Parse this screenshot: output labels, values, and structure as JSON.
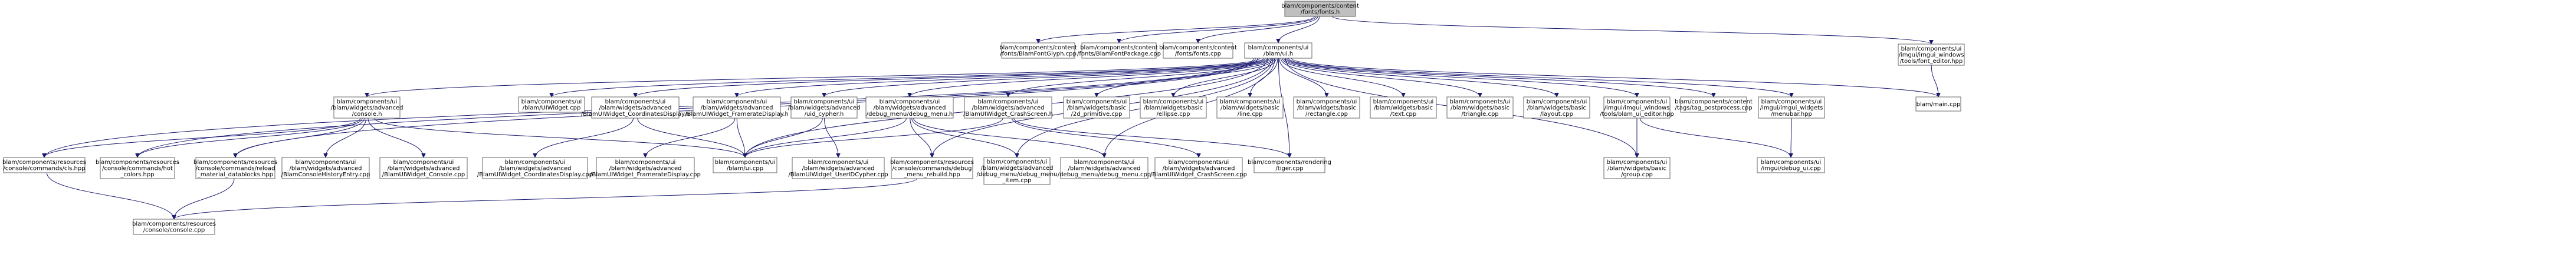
{
  "graph": {
    "nodes": [
      {
        "id": "root",
        "lines": [
          "blam/components/content",
          "/fonts/fonts.h"
        ],
        "root": true
      },
      {
        "id": "bfg",
        "lines": [
          "blam/components/content",
          "/fonts/BlamFontGlyph.cpp"
        ]
      },
      {
        "id": "bfp",
        "lines": [
          "blam/components/content",
          "/fonts/BlamFontPackage.cpp"
        ]
      },
      {
        "id": "fcpp",
        "lines": [
          "blam/components/content",
          "/fonts/fonts.cpp"
        ]
      },
      {
        "id": "ui",
        "lines": [
          "blam/components/ui",
          "/blam/ui.h"
        ]
      },
      {
        "id": "fontedit",
        "lines": [
          "blam/components/ui",
          "/imgui/imgui_windows",
          "/tools/font_editor.hpp"
        ]
      },
      {
        "id": "console",
        "lines": [
          "blam/components/ui",
          "/blam/widgets/advanced",
          "/console.h"
        ]
      },
      {
        "id": "uiwidget",
        "lines": [
          "blam/components/ui",
          "/blam/UIWidget.cpp"
        ]
      },
      {
        "id": "coorddisp",
        "lines": [
          "blam/components/ui",
          "/blam/widgets/advanced",
          "/BlamUIWidget_CoordinatesDisplay.h"
        ]
      },
      {
        "id": "framedisp",
        "lines": [
          "blam/components/ui",
          "/blam/widgets/advanced",
          "/BlamUIWidget_FramerateDisplay.h"
        ]
      },
      {
        "id": "uidcypher",
        "lines": [
          "blam/components/ui",
          "/blam/widgets/advanced",
          "/uid_cypher.h"
        ]
      },
      {
        "id": "debugmenu",
        "lines": [
          "blam/components/ui",
          "/blam/widgets/advanced",
          "/debug_menu/debug_menu.h"
        ]
      },
      {
        "id": "crashscreen",
        "lines": [
          "blam/components/ui",
          "/blam/widgets/advanced",
          "/BlamUIWidget_CrashScreen.h"
        ]
      },
      {
        "id": "d2prim",
        "lines": [
          "blam/components/ui",
          "/blam/widgets/basic",
          "/2d_primitive.cpp"
        ]
      },
      {
        "id": "ellipse",
        "lines": [
          "blam/components/ui",
          "/blam/widgets/basic",
          "/ellipse.cpp"
        ]
      },
      {
        "id": "line",
        "lines": [
          "blam/components/ui",
          "/blam/widgets/basic",
          "/line.cpp"
        ]
      },
      {
        "id": "rect",
        "lines": [
          "blam/components/ui",
          "/blam/widgets/basic",
          "/rectangle.cpp"
        ]
      },
      {
        "id": "text",
        "lines": [
          "blam/components/ui",
          "/blam/widgets/basic",
          "/text.cpp"
        ]
      },
      {
        "id": "triangle",
        "lines": [
          "blam/components/ui",
          "/blam/widgets/basic",
          "/triangle.cpp"
        ]
      },
      {
        "id": "layout",
        "lines": [
          "blam/components/ui",
          "/blam/widgets/basic",
          "/layout.cpp"
        ]
      },
      {
        "id": "uieditor",
        "lines": [
          "blam/components/ui",
          "/imgui/imgui_windows",
          "/tools/blam_ui_editor.hpp"
        ]
      },
      {
        "id": "tagfx",
        "lines": [
          "blam/components/content",
          "/tags/tag_postprocess.cpp"
        ]
      },
      {
        "id": "menubar",
        "lines": [
          "blam/components/ui",
          "/imgui/imgui_widgets",
          "/menubar.hpp"
        ]
      },
      {
        "id": "blammain",
        "lines": [
          "blam/main.cpp"
        ]
      },
      {
        "id": "clshpp",
        "lines": [
          "blam/components/resources",
          "/console/commands/cls.hpp"
        ]
      },
      {
        "id": "hotcolors",
        "lines": [
          "blam/components/resources",
          "/console/commands/hot",
          "_colors.hpp"
        ]
      },
      {
        "id": "reloadmat",
        "lines": [
          "blam/components/resources",
          "/console/commands/reload",
          "_material_datablocks.hpp"
        ]
      },
      {
        "id": "histentry",
        "lines": [
          "blam/components/ui",
          "/blam/widgets/advanced",
          "/BlamConsoleHistoryEntry.cpp"
        ]
      },
      {
        "id": "consolecpp",
        "lines": [
          "blam/components/ui",
          "/blam/widgets/advanced",
          "/BlamUIWidget_Console.cpp"
        ]
      },
      {
        "id": "coordcpp",
        "lines": [
          "blam/components/ui",
          "/blam/widgets/advanced",
          "/BlamUIWidget_CoordinatesDisplay.cpp"
        ]
      },
      {
        "id": "framecpp",
        "lines": [
          "blam/components/ui",
          "/blam/widgets/advanced",
          "/BlamUIWidget_FramerateDisplay.cpp"
        ]
      },
      {
        "id": "blamui",
        "lines": [
          "blam/components/ui",
          "/blam/ui.cpp"
        ]
      },
      {
        "id": "uidcpp",
        "lines": [
          "blam/components/ui",
          "/blam/widgets/advanced",
          "/BlamUIWidget_UserIDCypher.cpp"
        ]
      },
      {
        "id": "dbgrebuild",
        "lines": [
          "blam/components/resources",
          "/console/commands/debug",
          "_menu_rebuild.hpp"
        ]
      },
      {
        "id": "dbgitem",
        "lines": [
          "blam/components/ui",
          "/blam/widgets/advanced",
          "/debug_menu/debug_menu",
          "_item.cpp"
        ]
      },
      {
        "id": "dbgcpp",
        "lines": [
          "blam/components/ui",
          "/blam/widgets/advanced",
          "/debug_menu/debug_menu.cpp"
        ]
      },
      {
        "id": "crashcpp",
        "lines": [
          "blam/components/ui",
          "/blam/widgets/advanced",
          "/BlamUIWidget_CrashScreen.cpp"
        ]
      },
      {
        "id": "tiger",
        "lines": [
          "blam/components/rendering",
          "/tiger.cpp"
        ]
      },
      {
        "id": "group",
        "lines": [
          "blam/components/ui",
          "/blam/widgets/basic",
          "/group.cpp"
        ]
      },
      {
        "id": "debugui",
        "lines": [
          "blam/components/ui",
          "/imgui/debug_ui.cpp"
        ]
      },
      {
        "id": "consolecmd",
        "lines": [
          "blam/components/resources",
          "/console/console.cpp"
        ]
      }
    ],
    "edges": [
      [
        "root",
        "bfg"
      ],
      [
        "root",
        "bfp"
      ],
      [
        "root",
        "fcpp"
      ],
      [
        "root",
        "ui"
      ],
      [
        "root",
        "fontedit"
      ],
      [
        "fontedit",
        "blammain"
      ],
      [
        "ui",
        "console"
      ],
      [
        "ui",
        "uiwidget"
      ],
      [
        "ui",
        "coorddisp"
      ],
      [
        "ui",
        "framedisp"
      ],
      [
        "ui",
        "uidcypher"
      ],
      [
        "ui",
        "debugmenu"
      ],
      [
        "ui",
        "crashscreen"
      ],
      [
        "ui",
        "d2prim"
      ],
      [
        "ui",
        "ellipse"
      ],
      [
        "ui",
        "line"
      ],
      [
        "ui",
        "rect"
      ],
      [
        "ui",
        "text"
      ],
      [
        "ui",
        "triangle"
      ],
      [
        "ui",
        "layout"
      ],
      [
        "ui",
        "uieditor"
      ],
      [
        "ui",
        "tagfx"
      ],
      [
        "ui",
        "menubar"
      ],
      [
        "ui",
        "blammain"
      ],
      [
        "ui",
        "clshpp"
      ],
      [
        "ui",
        "hotcolors"
      ],
      [
        "ui",
        "reloadmat"
      ],
      [
        "ui",
        "blamui"
      ],
      [
        "ui",
        "dbgrebuild"
      ],
      [
        "ui",
        "dbgcpp"
      ],
      [
        "ui",
        "tiger"
      ],
      [
        "ui",
        "group"
      ],
      [
        "ui",
        "dbgitem"
      ],
      [
        "console",
        "clshpp"
      ],
      [
        "console",
        "hotcolors"
      ],
      [
        "console",
        "reloadmat"
      ],
      [
        "console",
        "histentry"
      ],
      [
        "console",
        "consolecpp"
      ],
      [
        "console",
        "blamui"
      ],
      [
        "coorddisp",
        "coordcpp"
      ],
      [
        "coorddisp",
        "blamui"
      ],
      [
        "framedisp",
        "framecpp"
      ],
      [
        "framedisp",
        "blamui"
      ],
      [
        "uidcypher",
        "uidcpp"
      ],
      [
        "uidcypher",
        "blamui"
      ],
      [
        "debugmenu",
        "dbgrebuild"
      ],
      [
        "debugmenu",
        "dbgitem"
      ],
      [
        "debugmenu",
        "dbgcpp"
      ],
      [
        "debugmenu",
        "blamui"
      ],
      [
        "crashscreen",
        "crashcpp"
      ],
      [
        "crashscreen",
        "tiger"
      ],
      [
        "crashscreen",
        "blamui"
      ],
      [
        "uieditor",
        "group"
      ],
      [
        "uieditor",
        "debugui"
      ],
      [
        "menubar",
        "debugui"
      ],
      [
        "clshpp",
        "consolecmd"
      ],
      [
        "reloadmat",
        "consolecmd"
      ],
      [
        "dbgrebuild",
        "consolecmd"
      ]
    ]
  }
}
